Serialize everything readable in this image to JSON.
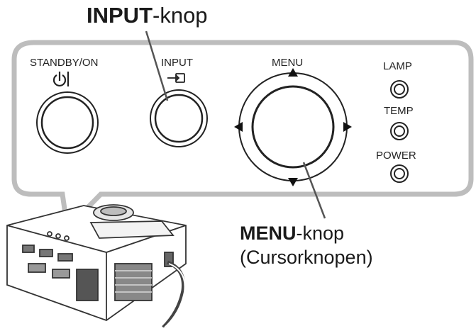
{
  "captions": {
    "input_bold": "INPUT",
    "input_rest": "-knop",
    "menu_bold": "MENU",
    "menu_rest": "-knop",
    "menu_sub": "(Cursorknopen)"
  },
  "panel": {
    "standby_label": "STANDBY/ON",
    "input_label": "INPUT",
    "menu_label": "MENU",
    "indicators": [
      "LAMP",
      "TEMP",
      "POWER"
    ]
  },
  "icons": {
    "standby": "power-standby-icon",
    "input": "input-source-icon",
    "cursor": [
      "arrow-up-icon",
      "arrow-down-icon",
      "arrow-left-icon",
      "arrow-right-icon"
    ]
  },
  "colors": {
    "panel_stroke": "#bdbdbd",
    "line": "#555555",
    "text": "#1a1a1a"
  }
}
